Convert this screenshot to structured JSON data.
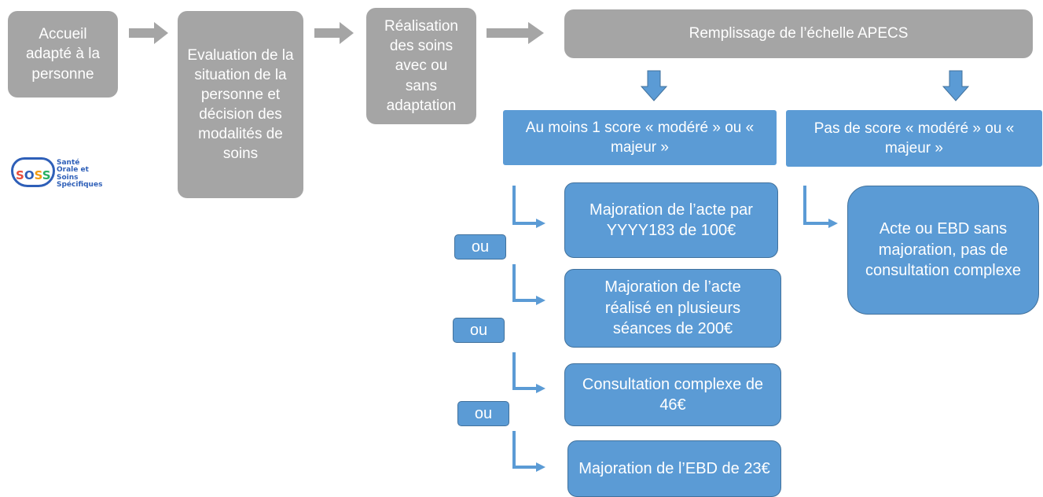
{
  "steps": [
    "Accueil adapté à la personne",
    "Evaluation de la situation de la personne et décision des modalités de soins",
    "Réalisation des soins avec ou sans adaptation"
  ],
  "apecs": "Remplissage de l’échelle APECS",
  "branch_left": "Au moins 1 score « modéré » ou « majeur »",
  "branch_right": "Pas de score « modéré » ou « majeur »",
  "options": [
    "Majoration de l’acte par YYYY183 de 100€",
    "Majoration de l’acte réalisé en plusieurs séances de 200€",
    "Consultation complexe de 46€",
    "Majoration de l’EBD de 23€"
  ],
  "ou_label": "ou",
  "no_majoration": "Acte ou EBD sans majoration, pas de consultation complexe",
  "logo": {
    "word_letters": [
      "S",
      "O",
      "S",
      "S"
    ],
    "tagline": [
      "Santé",
      "Orale et",
      "Soins",
      "Spécifiques"
    ]
  },
  "colors": {
    "grey_box": "#a5a5a5",
    "blue_box": "#5b9bd5",
    "arrow_blue": "#5b9bd5",
    "arrow_grey": "#a5a5a5"
  }
}
